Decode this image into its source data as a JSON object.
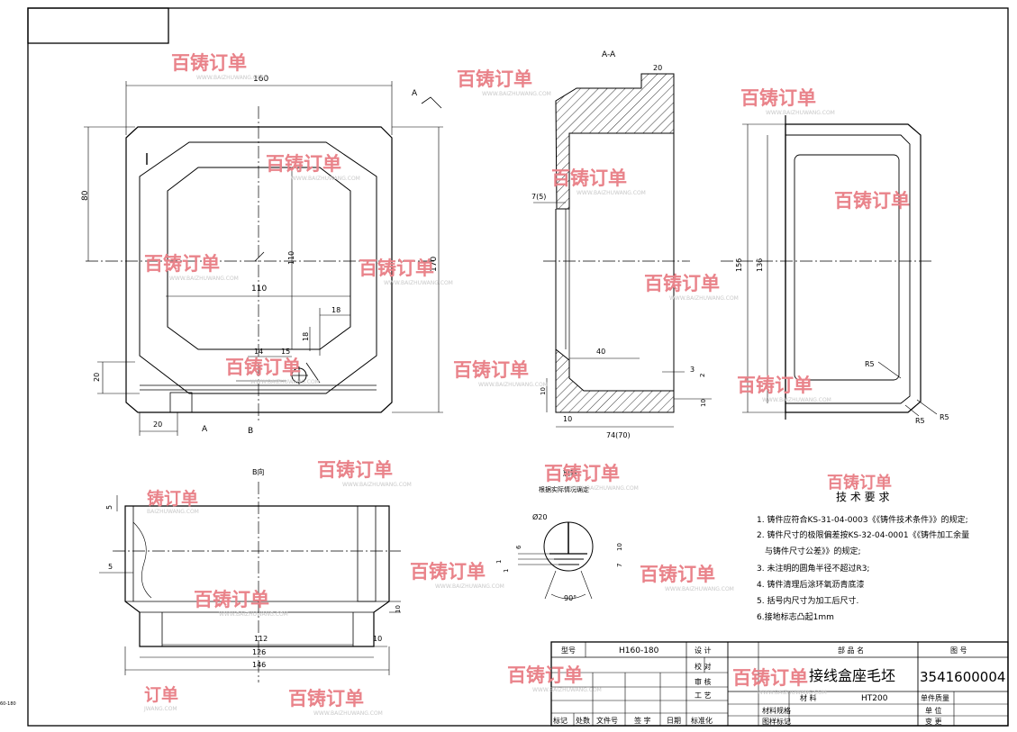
{
  "drawing": {
    "corner_ref": "60-180",
    "section_label": "A-A",
    "view_b_label": "B向",
    "detail_label": "I 放转",
    "detail_note": "根据实际情况确定",
    "label_a": "A",
    "label_b": "B",
    "label_a_arrow": "A"
  },
  "dimensions": {
    "front": [
      "160",
      "80",
      "170",
      "110",
      "110",
      "18",
      "18",
      "14",
      "15",
      "20",
      "20"
    ],
    "section": [
      "20",
      "7(5)",
      "40",
      "3",
      "2",
      "10",
      "10",
      "10",
      "74(70)"
    ],
    "side": [
      "156",
      "136",
      "R5",
      "R5",
      "R5"
    ],
    "bottom": [
      "5",
      "5",
      "112",
      "126",
      "146",
      "10",
      "10"
    ],
    "detail": [
      "Ø20",
      "6",
      "10",
      "7",
      "1",
      "1",
      "90°"
    ]
  },
  "tech": {
    "heading": "技 术 要 求",
    "items": [
      "1. 铸件应符合KS-31-04-0003《《铸件技术条件》》的规定;",
      "2. 铸件尺寸的极限偏差按KS-32-04-0001《《铸件加工余量",
      "与铸件尺寸公差》》的规定;",
      "3. 未注明的圆角半径不超过R3;",
      "4. 铸件清理后涂环氧沥青底漆",
      "5. 括号内尺寸为加工后尺寸.",
      "6.接地标志凸起1mm"
    ]
  },
  "title_block": {
    "model_label": "型号",
    "model_value": "H160-180",
    "part_name_label": "部 品 名",
    "drawing_no_label": "图 号",
    "part_name": "接线盒座毛坯",
    "drawing_no": "3541600004",
    "material_label": "材 料",
    "material": "HT200",
    "unit_weight_label": "单件质量",
    "material_spec_label": "材料规格",
    "unit_label": "单 位",
    "drawing_mark_label": "图样标记",
    "change_label": "变 更",
    "roles": [
      "设 计",
      "校 对",
      "审 核",
      "工 艺",
      "标准化"
    ],
    "rev_cols": [
      "标记",
      "处数",
      "文件号",
      "签 字",
      "日期"
    ]
  },
  "watermark": {
    "brand": "百铸订单",
    "url": "WWW.BAIZHUWANG.COM",
    "partial_brand": "订单",
    "partial_brand2": "铸订单",
    "partial_url": "JWANG.COM",
    "partial_url2": "BAIZHUWANG.COM"
  }
}
